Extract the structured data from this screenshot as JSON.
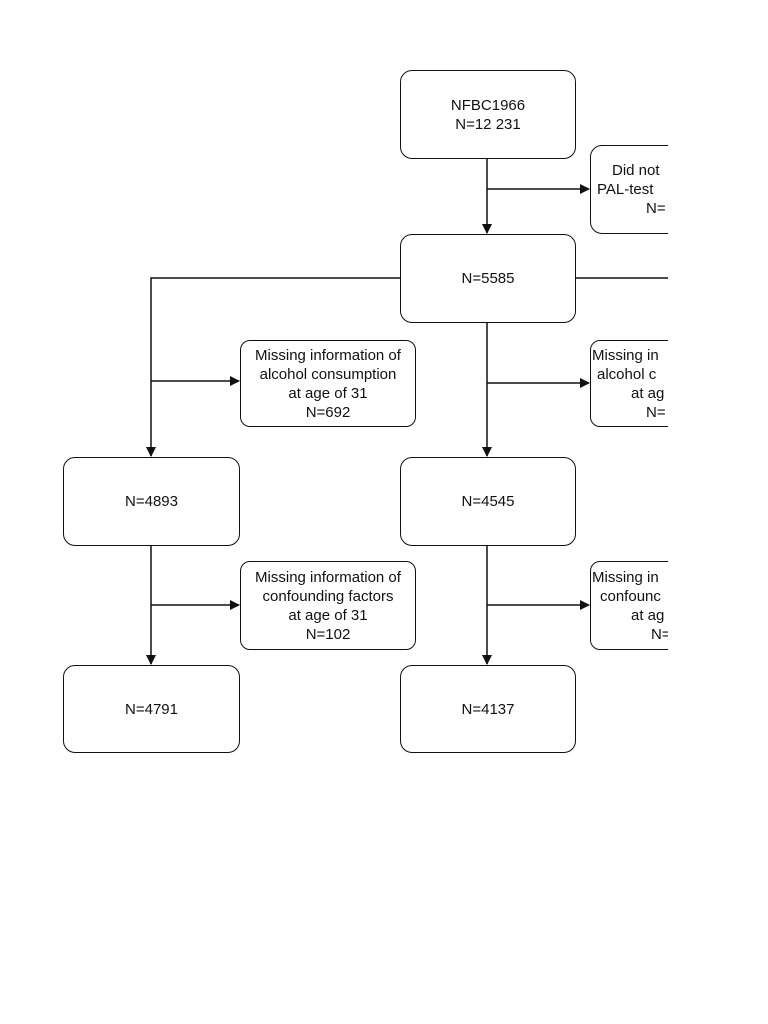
{
  "nodes": {
    "cohort": {
      "lines": [
        "NFBC1966",
        "N=12 231"
      ]
    },
    "excluded_pal": {
      "lines": [
        "Did not",
        "PAL-test",
        "N="
      ]
    },
    "n5585": {
      "lines": [
        "N=5585"
      ]
    },
    "missing_alcohol_left": {
      "lines": [
        "Missing information of",
        "alcohol consumption",
        "at age of 31",
        "N=692"
      ]
    },
    "n4893": {
      "lines": [
        "N=4893"
      ]
    },
    "missing_confounding_left": {
      "lines": [
        "Missing information of",
        "confounding factors",
        "at age of 31",
        "N=102"
      ]
    },
    "n4791": {
      "lines": [
        "N=4791"
      ]
    },
    "missing_alcohol_mid": {
      "lines": [
        "Missing in",
        "alcohol c",
        "at ag",
        "N="
      ]
    },
    "n4545": {
      "lines": [
        "N=4545"
      ]
    },
    "missing_confounding_mid": {
      "lines": [
        "Missing in",
        "confounc",
        "at ag",
        "N="
      ]
    },
    "n4137": {
      "lines": [
        "N=4137"
      ]
    }
  },
  "colors": {
    "stroke": "#111111",
    "background": "#ffffff"
  }
}
